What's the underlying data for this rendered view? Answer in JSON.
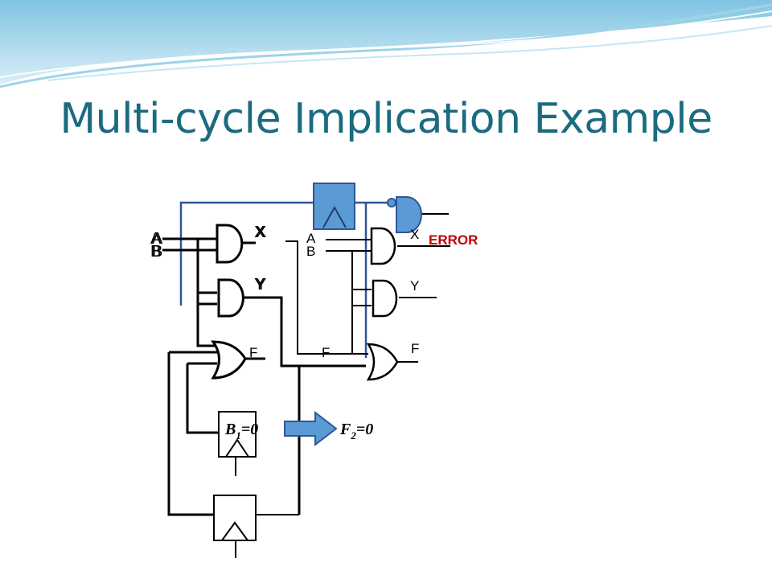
{
  "slide": {
    "title": "Multi-cycle Implication Example"
  },
  "circuit": {
    "frame1": {
      "input_a": "A",
      "input_b": "B",
      "output_x": "X",
      "output_y": "Y",
      "output_f": "F"
    },
    "frame2": {
      "input_a": "A",
      "input_b": "B",
      "output_x": "X",
      "output_y": "Y",
      "output_f_in": "F",
      "output_f": "F"
    },
    "error_label": "ERROR",
    "implication": {
      "from_var": "B",
      "from_sub": "1",
      "from_val": "=0",
      "to_var": "F",
      "to_sub": "2",
      "to_val": "=0"
    },
    "colors": {
      "title": "#1b6b80",
      "error": "#c00000",
      "highlight_fill": "#5b9bd5",
      "highlight_stroke": "#2f5597"
    }
  }
}
